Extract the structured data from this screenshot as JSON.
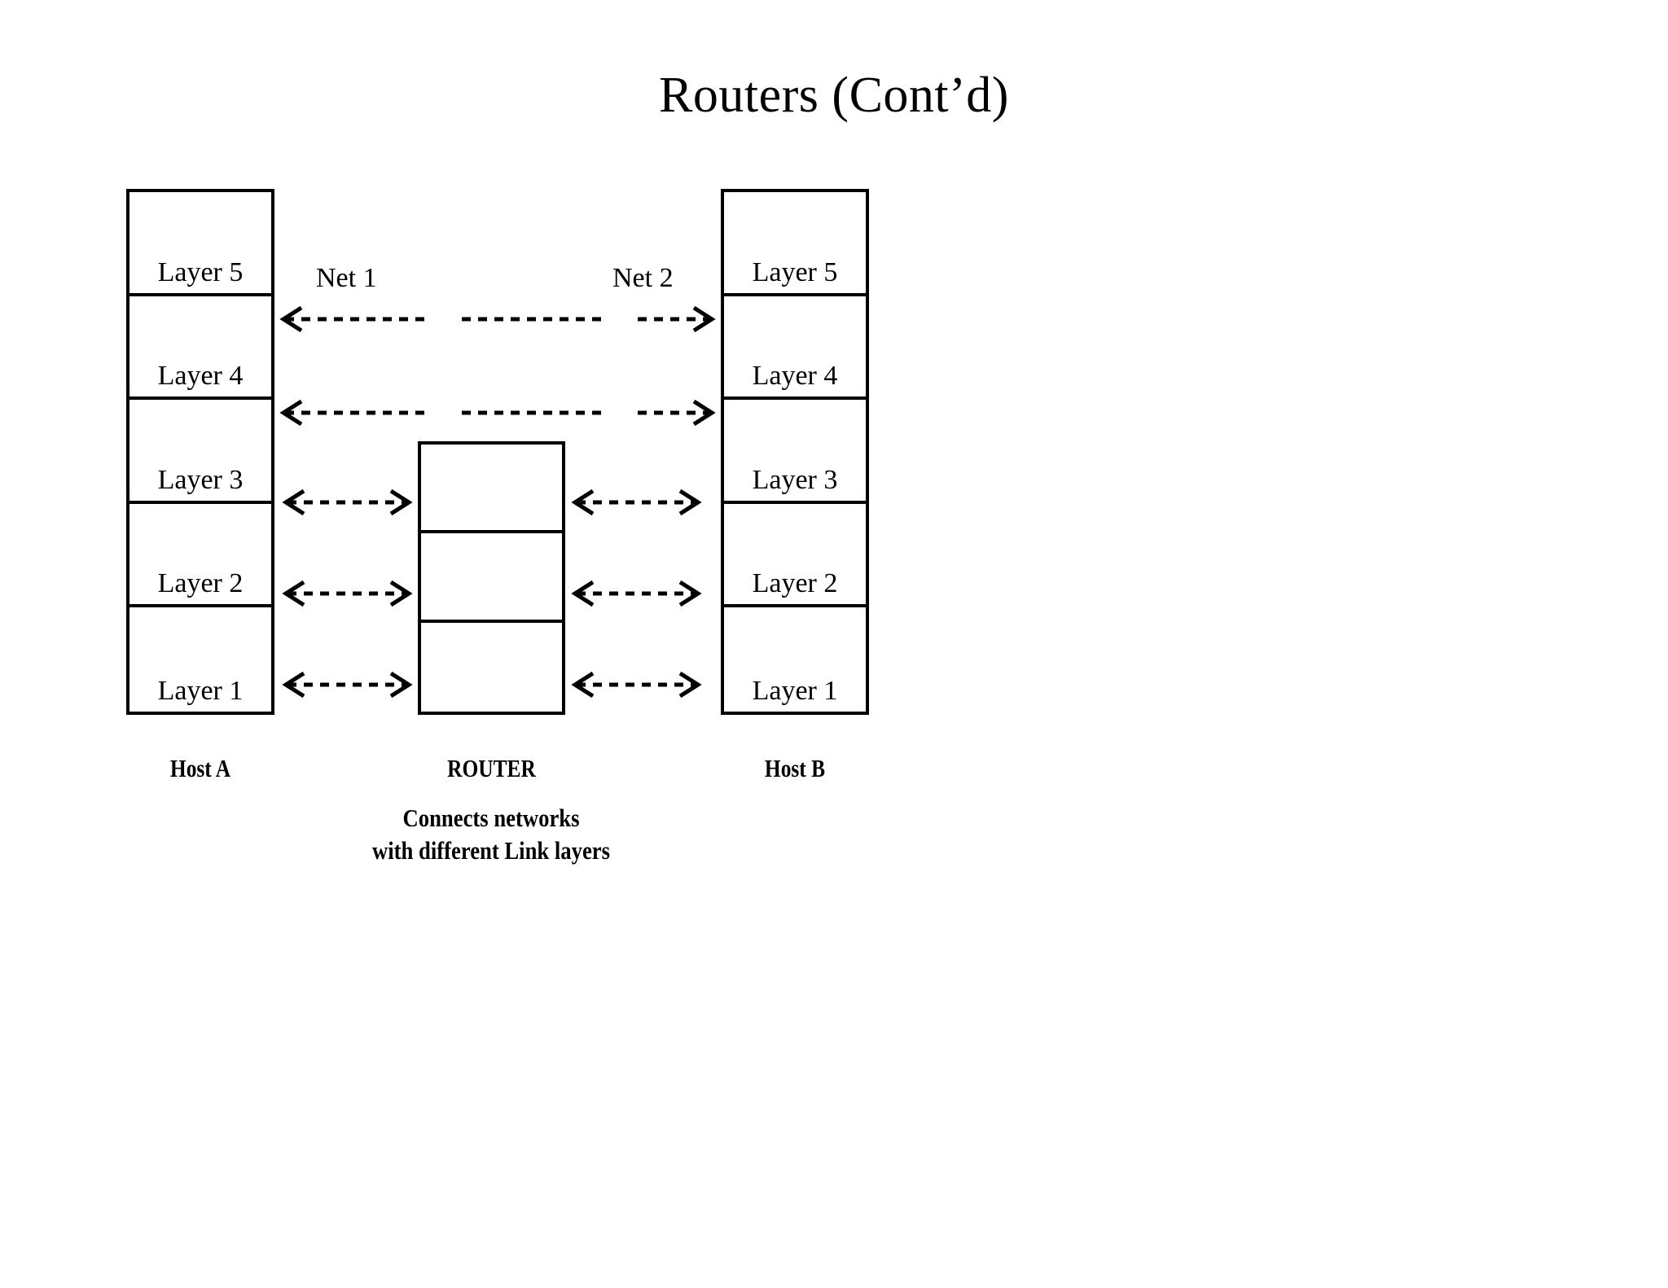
{
  "slide": {
    "title": "Routers (Cont’d)",
    "background_color": "#ffffff",
    "ink_color": "#000000"
  },
  "diagram": {
    "type": "protocol-stack-router-diagram",
    "nodes": [
      {
        "id": "host-a",
        "label": "Host A",
        "layers": [
          "Layer 5",
          "Layer 4",
          "Layer 3",
          "Layer 2",
          "Layer 1"
        ]
      },
      {
        "id": "router",
        "label": "ROUTER",
        "caption_line_1": "Connects networks",
        "caption_line_2": "with different Link layers",
        "layers": [
          "",
          "",
          ""
        ]
      },
      {
        "id": "host-b",
        "label": "Host B",
        "layers": [
          "Layer 5",
          "Layer 4",
          "Layer 3",
          "Layer 2",
          "Layer 1"
        ]
      }
    ],
    "networks": [
      {
        "id": "net-1",
        "label": "Net 1"
      },
      {
        "id": "net-2",
        "label": "Net 2"
      }
    ],
    "connections": [
      {
        "id": "layer5-end-to-end",
        "layer": "Layer 5",
        "from": "host-a",
        "to": "host-b",
        "style": "dashed",
        "arrow": "both-ends",
        "segments": 3
      },
      {
        "id": "layer4-end-to-end",
        "layer": "Layer 4",
        "from": "host-a",
        "to": "host-b",
        "style": "dashed",
        "arrow": "both-ends",
        "segments": 3
      },
      {
        "id": "layer3-left",
        "layer": "Layer 3",
        "from": "host-a",
        "to": "router",
        "style": "dashed",
        "arrow": "double"
      },
      {
        "id": "layer2-left",
        "layer": "Layer 2",
        "from": "host-a",
        "to": "router",
        "style": "dashed",
        "arrow": "double"
      },
      {
        "id": "layer1-left",
        "layer": "Layer 1",
        "from": "host-a",
        "to": "router",
        "style": "dashed",
        "arrow": "double"
      },
      {
        "id": "layer3-right",
        "layer": "Layer 3",
        "from": "router",
        "to": "host-b",
        "style": "dashed",
        "arrow": "double"
      },
      {
        "id": "layer2-right",
        "layer": "Layer 2",
        "from": "router",
        "to": "host-b",
        "style": "dashed",
        "arrow": "double"
      },
      {
        "id": "layer1-right",
        "layer": "Layer 1",
        "from": "router",
        "to": "host-b",
        "style": "dashed",
        "arrow": "double"
      }
    ]
  }
}
